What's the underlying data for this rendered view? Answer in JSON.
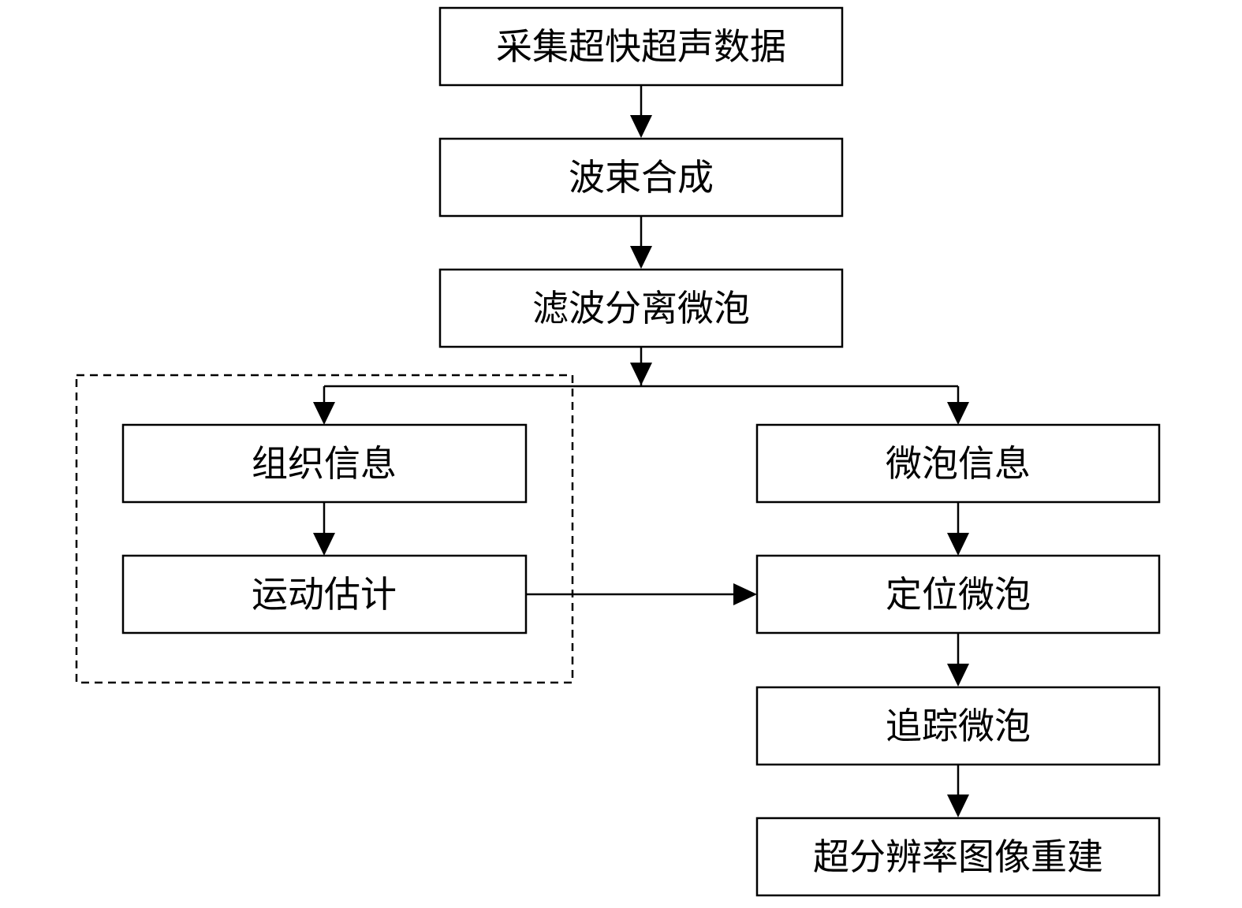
{
  "diagram": {
    "type": "flowchart",
    "nodes": {
      "acquire": "采集超快超声数据",
      "beamforming": "波束合成",
      "filter_separate": "滤波分离微泡",
      "tissue_info": "组织信息",
      "motion_estimation": "运动估计",
      "bubble_info": "微泡信息",
      "localize": "定位微泡",
      "track": "追踪微泡",
      "reconstruct": "超分辨率图像重建"
    },
    "edges": [
      {
        "from": "acquire",
        "to": "beamforming"
      },
      {
        "from": "beamforming",
        "to": "filter_separate"
      },
      {
        "from": "filter_separate",
        "to": "tissue_info"
      },
      {
        "from": "filter_separate",
        "to": "bubble_info"
      },
      {
        "from": "tissue_info",
        "to": "motion_estimation"
      },
      {
        "from": "motion_estimation",
        "to": "localize"
      },
      {
        "from": "bubble_info",
        "to": "localize"
      },
      {
        "from": "localize",
        "to": "track"
      },
      {
        "from": "track",
        "to": "reconstruct"
      }
    ],
    "groups": [
      {
        "style": "dashed",
        "members": [
          "tissue_info",
          "motion_estimation"
        ]
      }
    ]
  }
}
